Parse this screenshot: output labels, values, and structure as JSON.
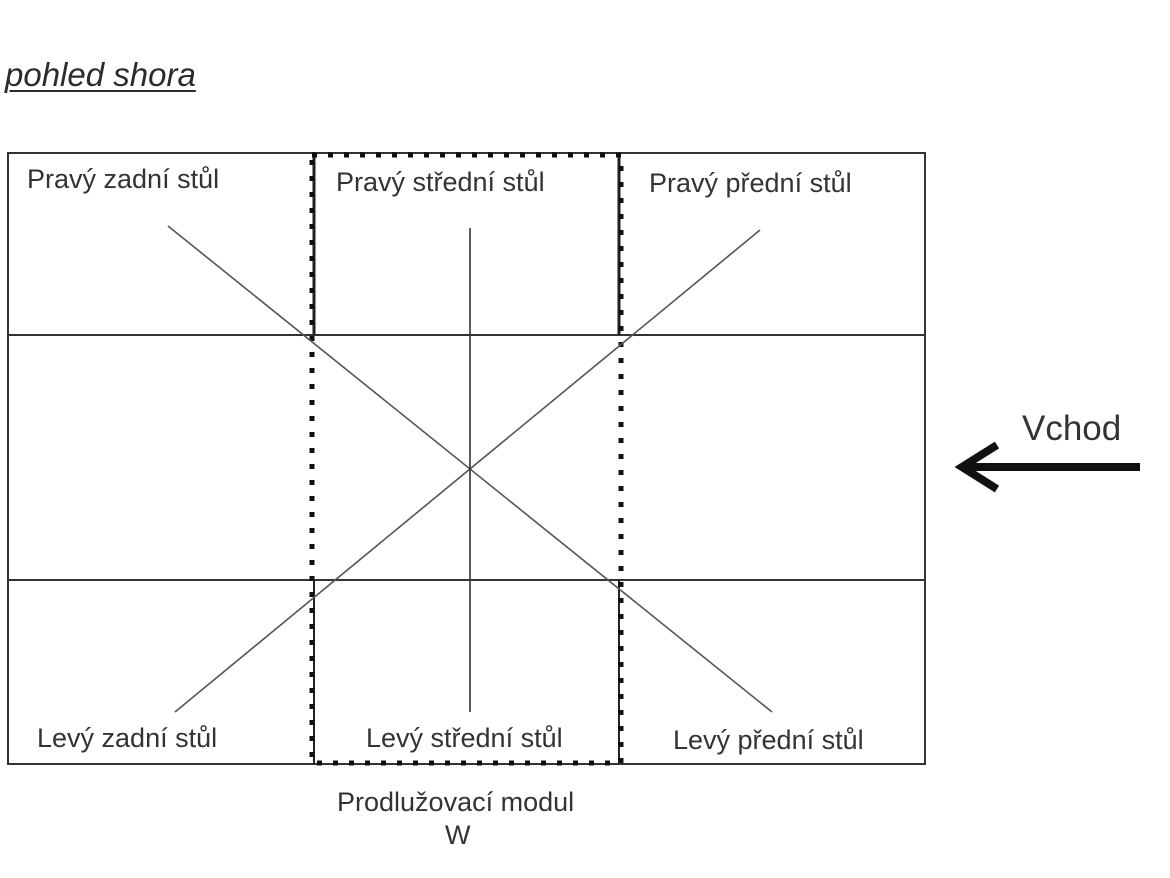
{
  "title": "pohled shora",
  "tables": {
    "right_back": "Pravý zadní stůl",
    "right_middle": "Pravý střední stůl",
    "right_front": "Pravý přední stůl",
    "left_back": "Levý zadní stůl",
    "left_middle": "Levý střední stůl",
    "left_front": "Levý přední stůl"
  },
  "extension": {
    "line1": "Prodlužovací modul",
    "line2": "W"
  },
  "entrance": {
    "label": "Vchod",
    "icon": "arrow-left-icon"
  },
  "colors": {
    "line": "#222222",
    "text": "#333333"
  }
}
